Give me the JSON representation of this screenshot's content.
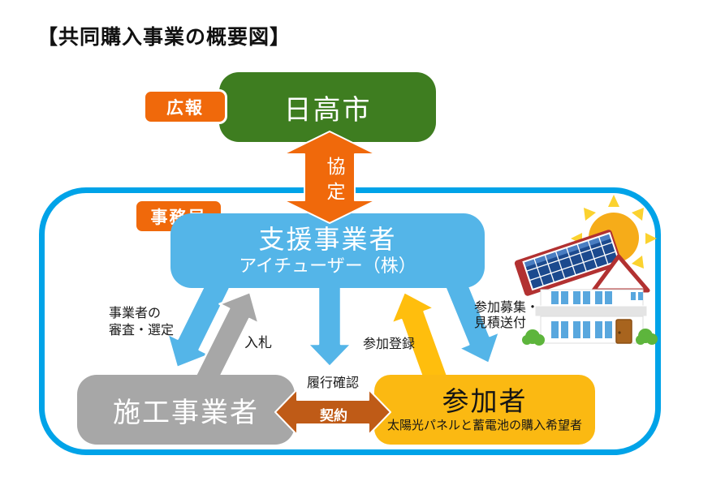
{
  "title": "【共同購入事業の概要図】",
  "colors": {
    "orange": "#F0690B",
    "dark_orange": "#BF5B17",
    "green": "#3E7D20",
    "blue": "#54B5E8",
    "frame_blue": "#00A3E8",
    "gray": "#A7A7A7",
    "yellow": "#FBB912",
    "yellow_arrow": "#FFBE0D"
  },
  "tags": {
    "kouhou": "広報",
    "jimukyoku": "事務局"
  },
  "nodes": {
    "city": {
      "label": "日高市"
    },
    "support": {
      "label": "支援事業者",
      "sublabel": "アイチューザー（株）"
    },
    "constructor": {
      "label": "施工事業者"
    },
    "participants": {
      "label": "参加者",
      "sublabel": "太陽光パネルと蓄電池の購入希望者"
    }
  },
  "arrows": {
    "agreement": {
      "label": "協定"
    },
    "contract": {
      "label": "契約"
    },
    "performance_check": {
      "label": "履行確認"
    },
    "vendor_screening": {
      "line1": "事業者の",
      "line2": "審査・選定"
    },
    "bidding": {
      "label": "入札"
    },
    "registration": {
      "label": "参加登録"
    },
    "recruitment": {
      "line1": "参加募集・",
      "line2": "見積送付"
    }
  }
}
